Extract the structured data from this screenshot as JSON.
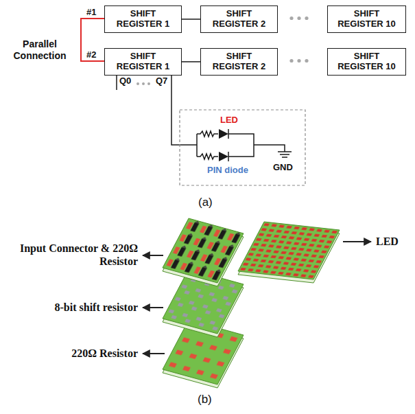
{
  "diagram": {
    "nodes": [
      {
        "text": [
          "SHIFT REGISTER 1"
        ]
      },
      {
        "text": [
          "SHIFT REGISTER 2"
        ]
      },
      {
        "text": [
          "SHIFT REGISTER 10"
        ]
      },
      {
        "text": [
          "SHIFT REGISTER 1"
        ]
      },
      {
        "text": [
          "SHIFT REGISTER 2"
        ]
      },
      {
        "text": [
          "SHIFT REGISTER 10"
        ]
      }
    ],
    "edges": [
      {
        "from": 0,
        "to": 1,
        "arrow": "none"
      },
      {
        "from": 3,
        "to": 4,
        "arrow": "none"
      }
    ],
    "labels": [
      "Parallel Connection",
      "#1",
      "#2",
      "Q0",
      "Q7",
      "LED",
      "PIN diode",
      "GND",
      "(a)",
      "Input Connector & 220Ω Resistor",
      "8-bit shift resistor",
      "220Ω Resistor",
      "LED",
      "(b)"
    ]
  }
}
